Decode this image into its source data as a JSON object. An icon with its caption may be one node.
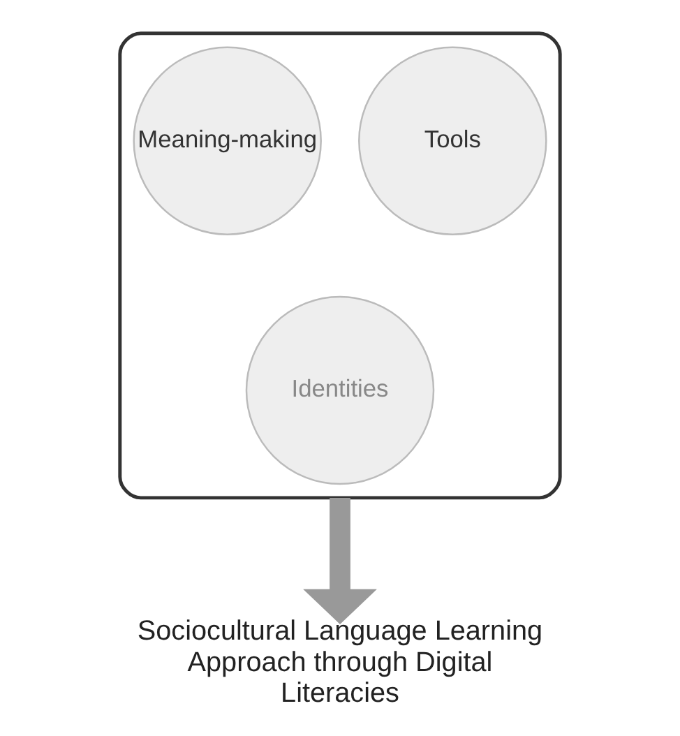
{
  "diagram": {
    "nodes": [
      {
        "text": [],
        "shape": "funnel"
      },
      {
        "text": [
          "Meaning-making"
        ],
        "in": 0
      },
      {
        "text": [
          "Tools"
        ],
        "in": 0
      },
      {
        "text": [
          "Identities"
        ],
        "in": 0
      },
      {
        "text": [
          "Sociocultural Language Learning Approach through Digital Literacies"
        ]
      }
    ],
    "edges": [
      {
        "from": 0,
        "to": 4,
        "arrow": "to"
      }
    ]
  }
}
